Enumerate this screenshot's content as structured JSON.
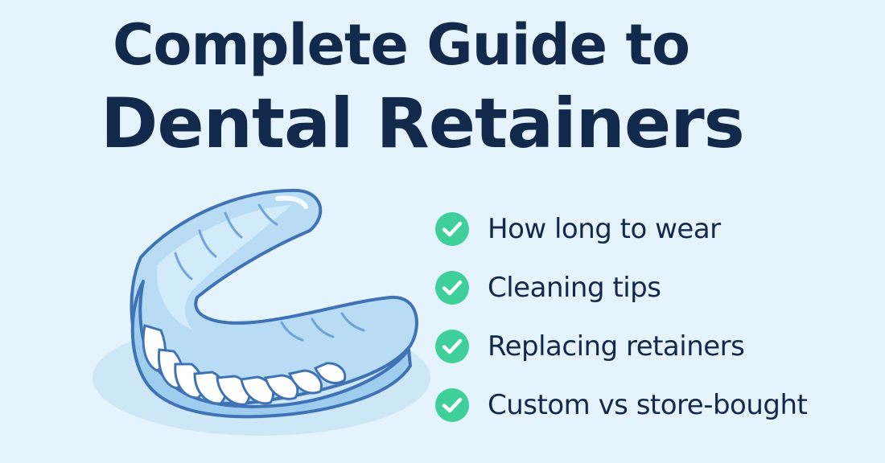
{
  "title": {
    "line1": "Complete Guide to",
    "line2": "Dental Retainers"
  },
  "checklist": {
    "items": [
      {
        "label": "How long to wear",
        "icon": "check-circle-icon"
      },
      {
        "label": "Cleaning tips",
        "icon": "check-circle-icon"
      },
      {
        "label": "Replacing retainers",
        "icon": "check-circle-icon"
      },
      {
        "label": "Custom vs store-bought",
        "icon": "check-circle-icon"
      }
    ]
  },
  "illustration": {
    "icon": "dental-retainer-icon"
  },
  "colors": {
    "background": "#e4f3fc",
    "title": "#13294b",
    "check_green": "#3ecf9a",
    "retainer_fill": "#b7dcf3",
    "retainer_outline": "#3f73b5",
    "teeth": "#ffffff"
  }
}
